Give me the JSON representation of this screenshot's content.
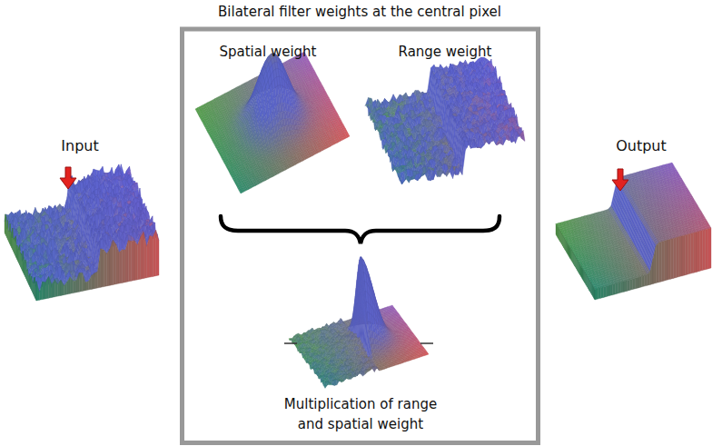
{
  "diagram": {
    "nodes": [
      {
        "text": [
          "Bilateral filter weights at the central pixel",
          "Spatial weight",
          "Range weight",
          "Multiplication of range and spatial weight"
        ]
      }
    ],
    "labels": [
      "Input",
      "Output"
    ]
  }
}
